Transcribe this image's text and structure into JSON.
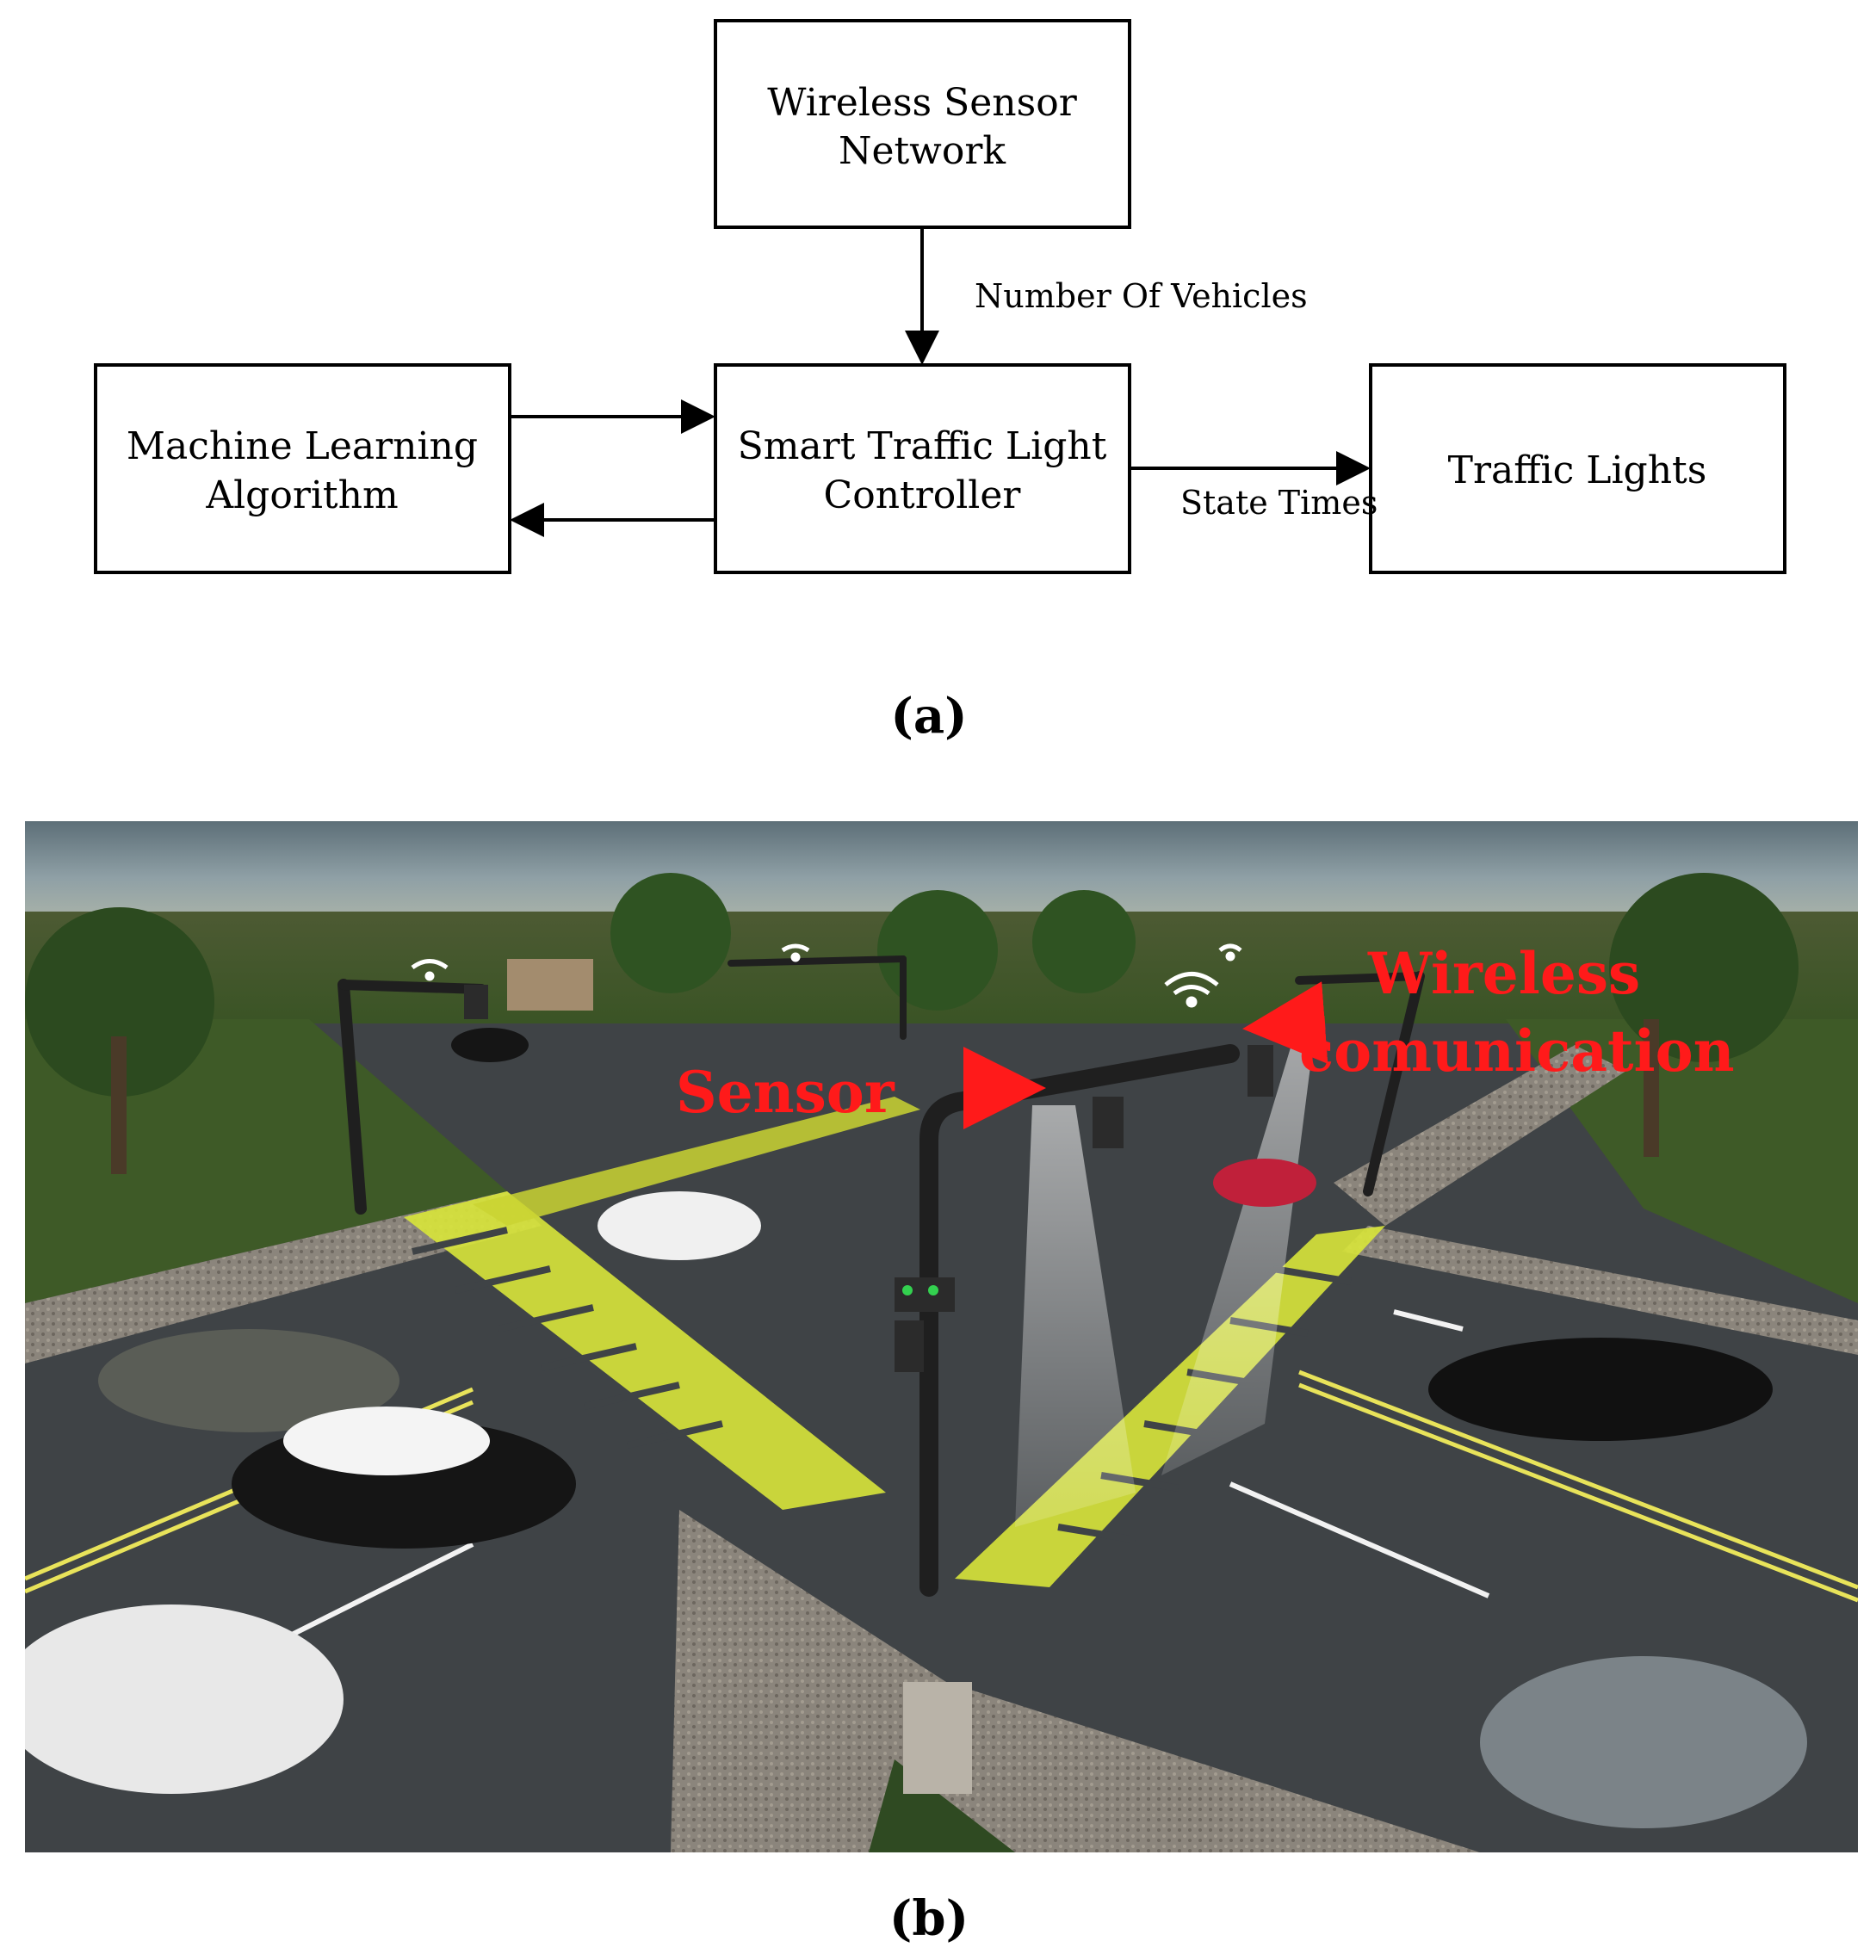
{
  "diagram_a": {
    "nodes": {
      "wsn": {
        "line1": "Wireless Sensor",
        "line2": "Network"
      },
      "ml": {
        "line1": "Machine Learning",
        "line2": "Algorithm"
      },
      "stlc": {
        "line1": "Smart Traffic Light",
        "line2": "Controller"
      },
      "lights": {
        "line1": "Traffic Lights"
      }
    },
    "edges": {
      "wsn_to_stlc": "Number Of Vehicles",
      "stlc_to_lights": "State Times"
    },
    "caption": "(a)"
  },
  "scene_b": {
    "annotations": {
      "sensor": "Sensor",
      "wireless_line1": "Wireless",
      "wireless_line2": "comunication"
    },
    "caption": "(b)"
  }
}
